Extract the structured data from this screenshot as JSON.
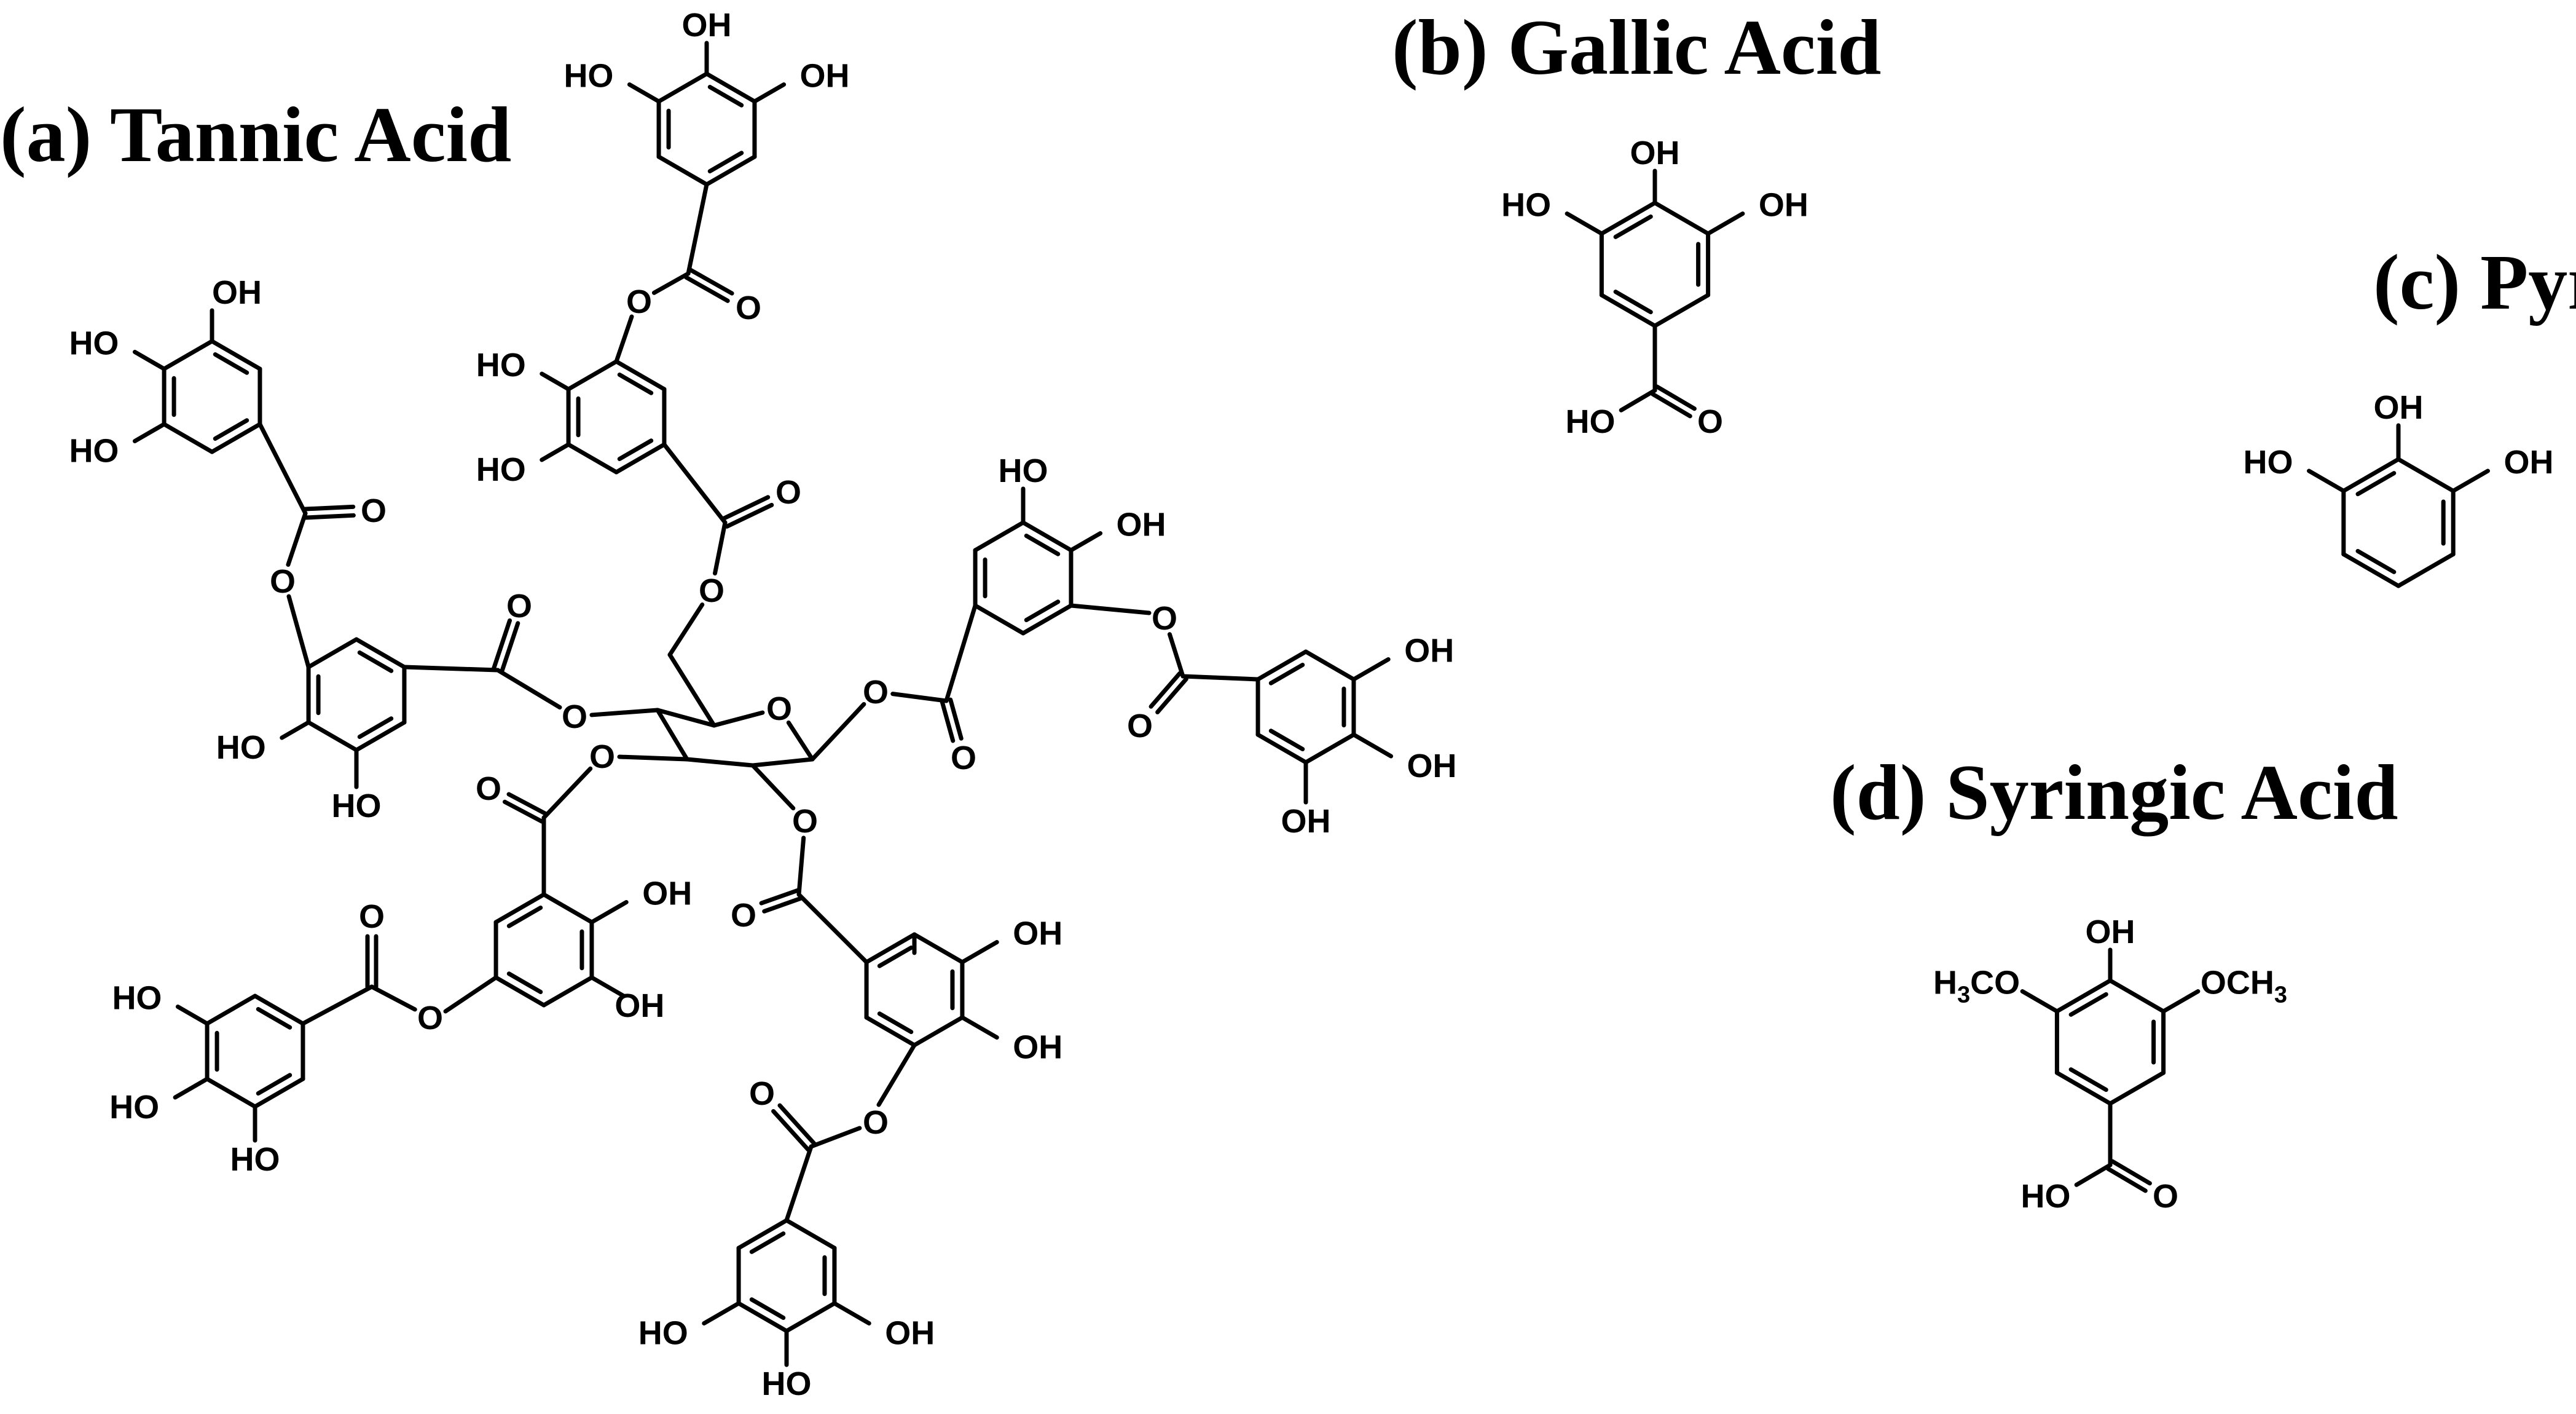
{
  "titles": {
    "tannic": "(a) Tannic Acid",
    "gallic": "(b) Gallic Acid",
    "pyrogallol": "(c) Pyrogallol",
    "syringic": "(d) Syringic Acid"
  },
  "labels": {
    "OH": "OH",
    "HO": "HO",
    "O": "O",
    "H3CO_prefix": "H",
    "H3CO_sub": "3",
    "H3CO_suffix": "CO",
    "OCH3_prefix": "OCH",
    "OCH3_sub": "3"
  }
}
